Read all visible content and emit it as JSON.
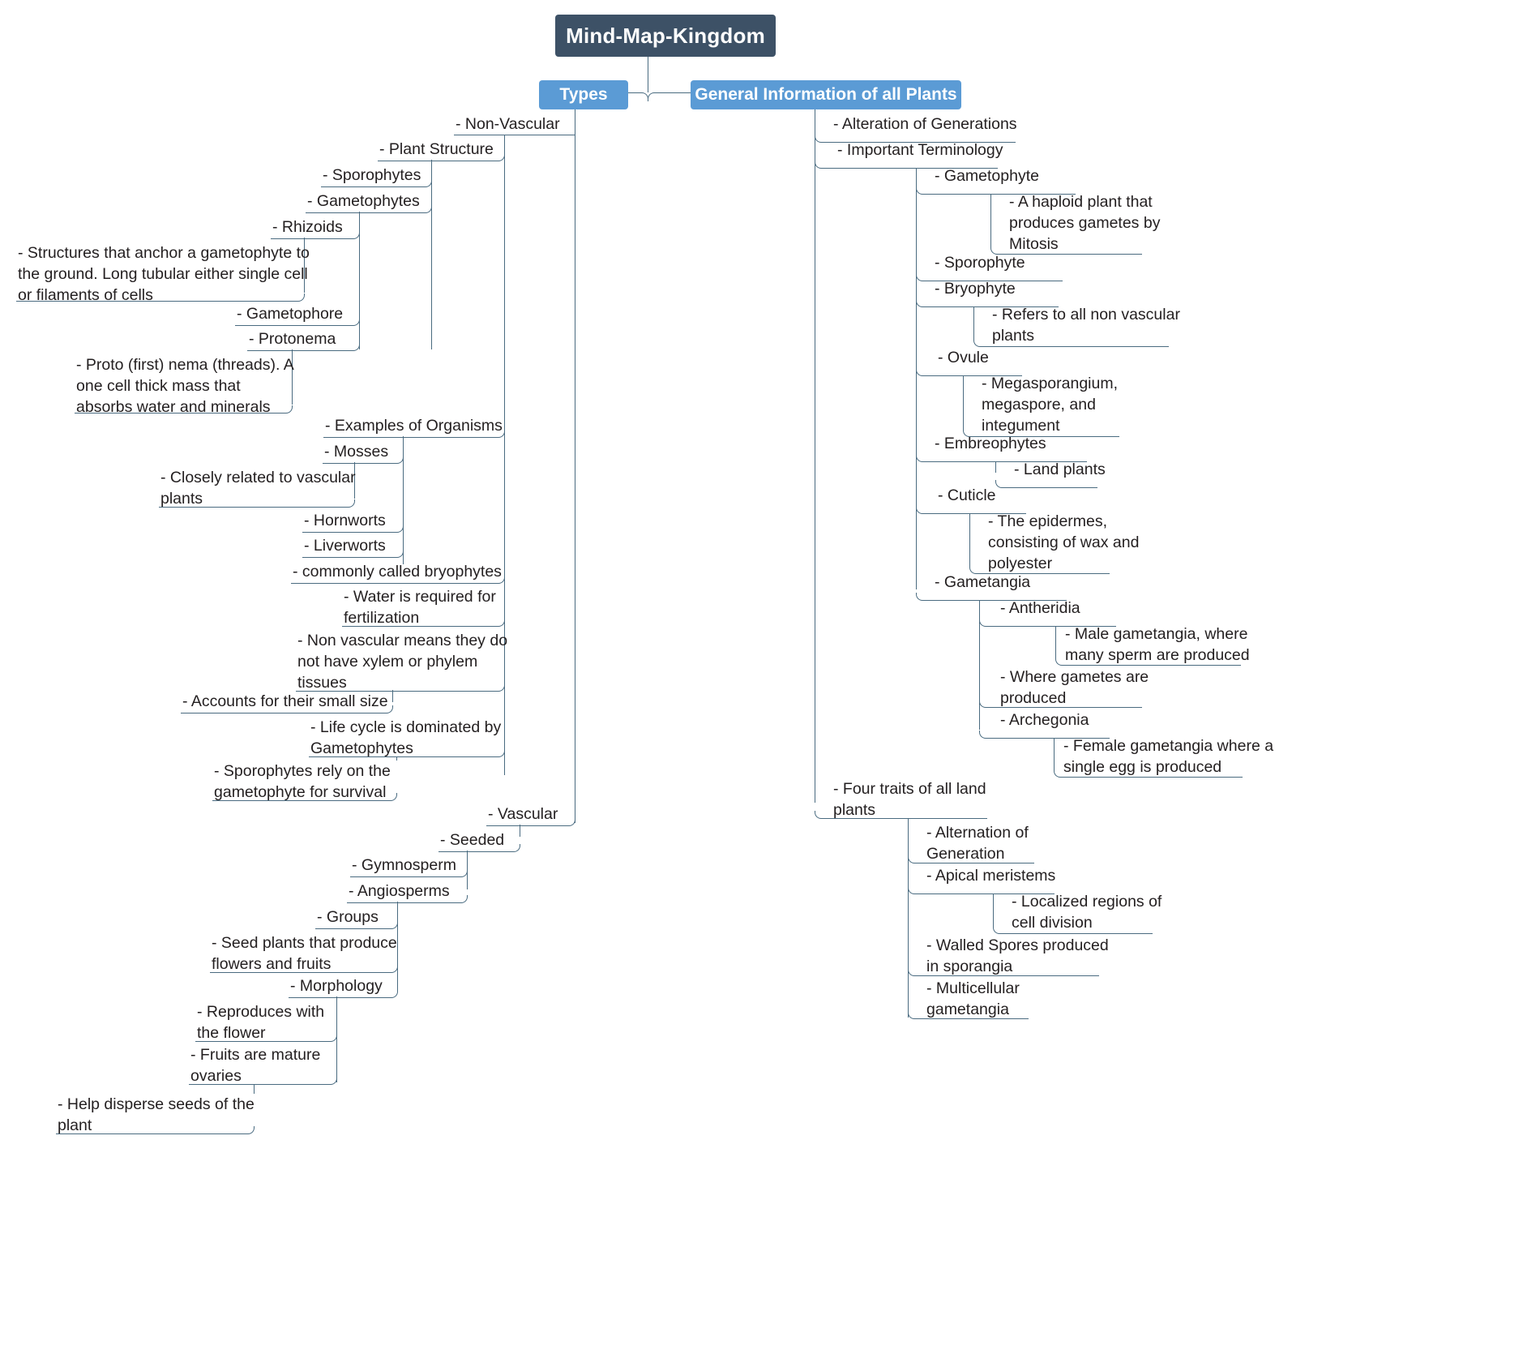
{
  "title": "Mind-Map-Kingdom",
  "colors": {
    "root_bg": "#3d5166",
    "level1_bg": "#5b9bd5",
    "connector": "#4a6b80",
    "text": "#231f20",
    "background": "#ffffff"
  },
  "branches": {
    "types": "Types",
    "general": "General Information of all Plants"
  },
  "nodes": {
    "non_vascular": "- Non-Vascular",
    "plant_structure": "- Plant Structure",
    "sporophytes": "- Sporophytes",
    "gametophytes": "- Gametophytes",
    "rhizoids": "- Rhizoids",
    "rhizoids_desc": "- Structures that anchor a gametophyte to\nthe ground. Long tubular either single cell\nor filaments of cells",
    "gametophore": "- Gametophore",
    "protonema": "- Protonema",
    "protonema_desc": "- Proto (first) nema (threads). A\none cell thick mass that\nabsorbs water and minerals",
    "examples_of_organisms": "- Examples of Organisms",
    "mosses": "- Mosses",
    "mosses_desc": "- Closely related to vascular\nplants",
    "hornworts": "- Hornworts",
    "liverworts": "- Liverworts",
    "commonly_called_bryophytes": "- commonly called bryophytes",
    "water_required": "- Water is required for\nfertilization",
    "non_vascular_means": "- Non vascular means they do\nnot have xylem or phylem\ntissues",
    "small_size": "- Accounts for their small size",
    "life_cycle": "- Life cycle is dominated by\nGametophytes",
    "sporophytes_rely": "- Sporophytes rely on the\ngametophyte for survival",
    "vascular": "- Vascular",
    "seeded": "- Seeded",
    "gymnosperm": "- Gymnosperm",
    "angiosperms": "- Angiosperms",
    "groups": "- Groups",
    "seed_plants": "- Seed plants that produce\nflowers and fruits",
    "morphology": "- Morphology",
    "reproduces": "- Reproduces with\nthe flower",
    "fruits_mature": "- Fruits are mature\novaries",
    "help_disperse": "- Help disperse seeds of the\nplant",
    "alteration_of_generations": "- Alteration of Generations",
    "important_terminology": "- Important Terminology",
    "gametophyte": "- Gametophyte",
    "gametophyte_desc": "- A haploid plant that\nproduces gametes by\nMitosis",
    "sporophyte": "- Sporophyte",
    "bryophyte": "- Bryophyte",
    "bryophyte_desc": "- Refers to all non vascular\nplants",
    "ovule": "- Ovule",
    "ovule_desc": "- Megasporangium,\nmegaspore, and\nintegument",
    "embreophytes": "- Embreophytes",
    "land_plants": "- Land plants",
    "cuticle": "- Cuticle",
    "cuticle_desc": "- The epidermes,\nconsisting of wax and\npolyester",
    "gametangia": "- Gametangia",
    "antheridia": "- Antheridia",
    "antheridia_desc": "- Male gametangia, where\nmany sperm are produced",
    "where_gametes": "- Where gametes are\nproduced",
    "archegonia": "- Archegonia",
    "archegonia_desc": "- Female gametangia where a\nsingle egg is produced",
    "four_traits": "- Four traits of all land\nplants",
    "alternation_generation": "- Alternation of\nGeneration",
    "apical_meristems": "- Apical meristems",
    "apical_desc": "- Localized regions of\ncell division",
    "walled_spores": "- Walled Spores produced\nin sporangia",
    "multicellular_gametangia": "- Multicellular\ngametangia"
  }
}
